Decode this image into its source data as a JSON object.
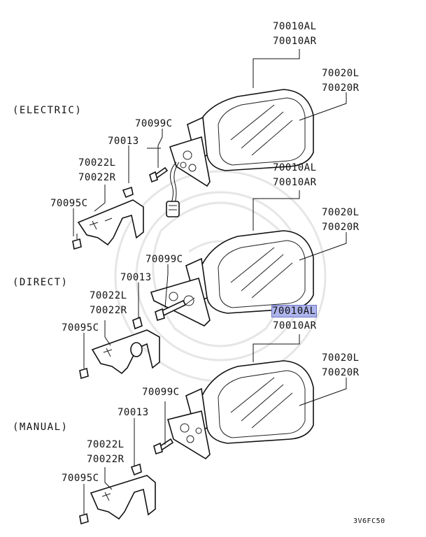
{
  "groups": {
    "electric": {
      "label": "(ELECTRIC)",
      "mirror_parts": [
        "70010AL",
        "70010AR"
      ],
      "glass_parts": [
        "70020L",
        "70020R"
      ],
      "screw": "70099C",
      "nut": "70013",
      "bracket_parts": [
        "70022L",
        "70022R"
      ],
      "clip": "70095C"
    },
    "direct": {
      "label": "(DIRECT)",
      "mirror_parts": [
        "70010AL",
        "70010AR"
      ],
      "glass_parts": [
        "70020L",
        "70020R"
      ],
      "screw": "70099C",
      "nut": "70013",
      "bracket_parts": [
        "70022L",
        "70022R"
      ],
      "clip": "70095C"
    },
    "manual": {
      "label": "(MANUAL)",
      "mirror_parts": [
        "70010AL",
        "70010AR"
      ],
      "glass_parts": [
        "70020L",
        "70020R"
      ],
      "screw": "70099C",
      "nut": "70013",
      "bracket_parts": [
        "70022L",
        "70022R"
      ],
      "clip": "70095C"
    }
  },
  "highlight": {
    "color": "#aeb4ec"
  },
  "figure_code": "3V6FC50"
}
